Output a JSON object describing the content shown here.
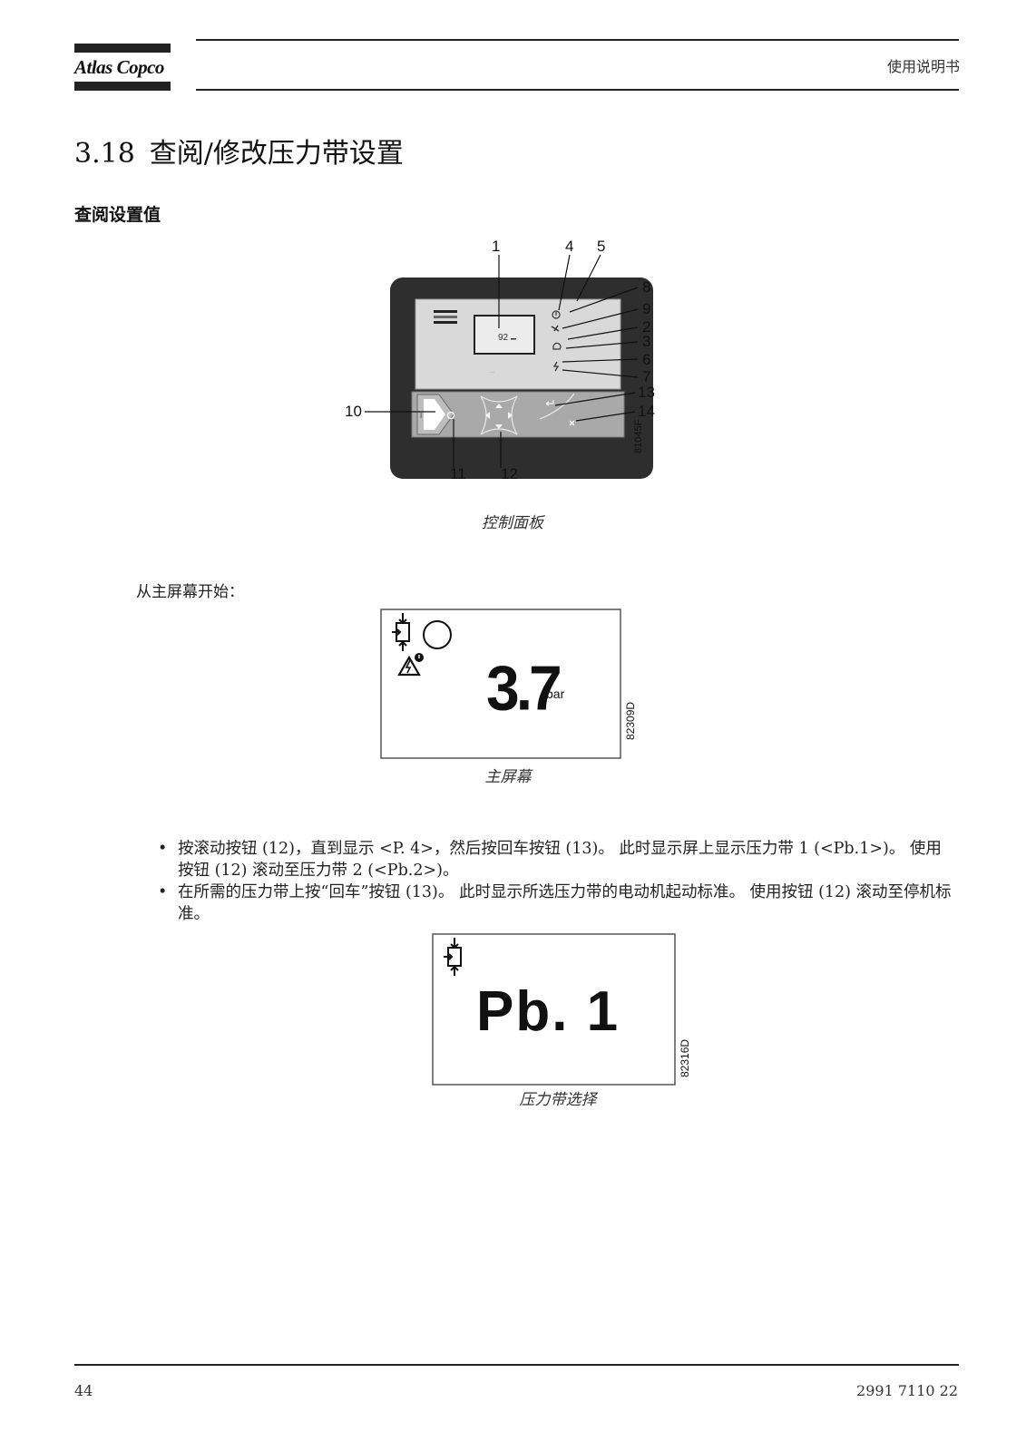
{
  "header": {
    "logo": "Atlas Copco",
    "title": "使用说明书"
  },
  "section": {
    "number": "3.18",
    "title": "查阅/修改压力带设置"
  },
  "subsection": "查阅设置值",
  "figure_panel": {
    "callouts": [
      "1",
      "4",
      "5",
      "8",
      "9",
      "2",
      "3",
      "6",
      "7",
      "13",
      "14",
      "10",
      "11",
      "12"
    ],
    "figure_code": "81045F",
    "display_reading": "92",
    "caption": "控制面板"
  },
  "intro": "从主屏幕开始：",
  "figure_main_screen": {
    "value": "3.7",
    "unit": "bar",
    "figure_code": "82309D",
    "caption": "主屏幕"
  },
  "bullets": [
    "按滚动按钮 (12)，直到显示 <P. 4>，然后按回车按钮 (13)。 此时显示屏上显示压力带 1 (<Pb.1>)。 使用按钮 (12) 滚动至压力带 2 (<Pb.2>)。",
    "在所需的压力带上按“回车”按钮 (13)。 此时显示所选压力带的电动机起动标准。 使用按钮 (12) 滚动至停机标准。"
  ],
  "figure_pressure_band": {
    "value": "Pb. 1",
    "figure_code": "82316D",
    "caption": "压力带选择"
  },
  "footer": {
    "page": "44",
    "doc_number": "2991 7110 22"
  }
}
